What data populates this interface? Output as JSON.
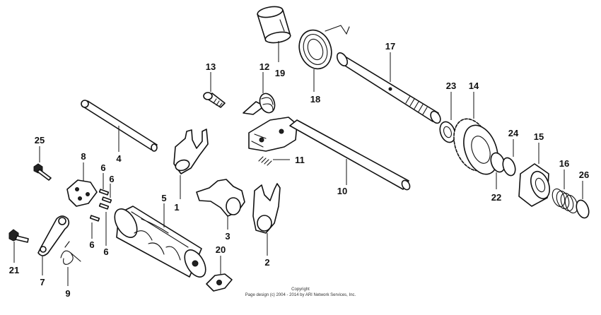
{
  "callouts": {
    "c1": "1",
    "c2": "2",
    "c3": "3",
    "c4": "4",
    "c5": "5",
    "c6a": "6",
    "c6b": "6",
    "c6c": "6",
    "c6d": "6",
    "c7": "7",
    "c8": "8",
    "c9": "9",
    "c10": "10",
    "c11": "11",
    "c12": "12",
    "c13": "13",
    "c14": "14",
    "c15": "15",
    "c16": "16",
    "c17": "17",
    "c18": "18",
    "c19": "19",
    "c20": "20",
    "c21": "21",
    "c22": "22",
    "c23": "23",
    "c24": "24",
    "c25": "25",
    "c26": "26"
  },
  "copyright": {
    "line1": "Copyright",
    "line2": "Page design (c) 2004 - 2014 by ARI Network Services, Inc."
  }
}
